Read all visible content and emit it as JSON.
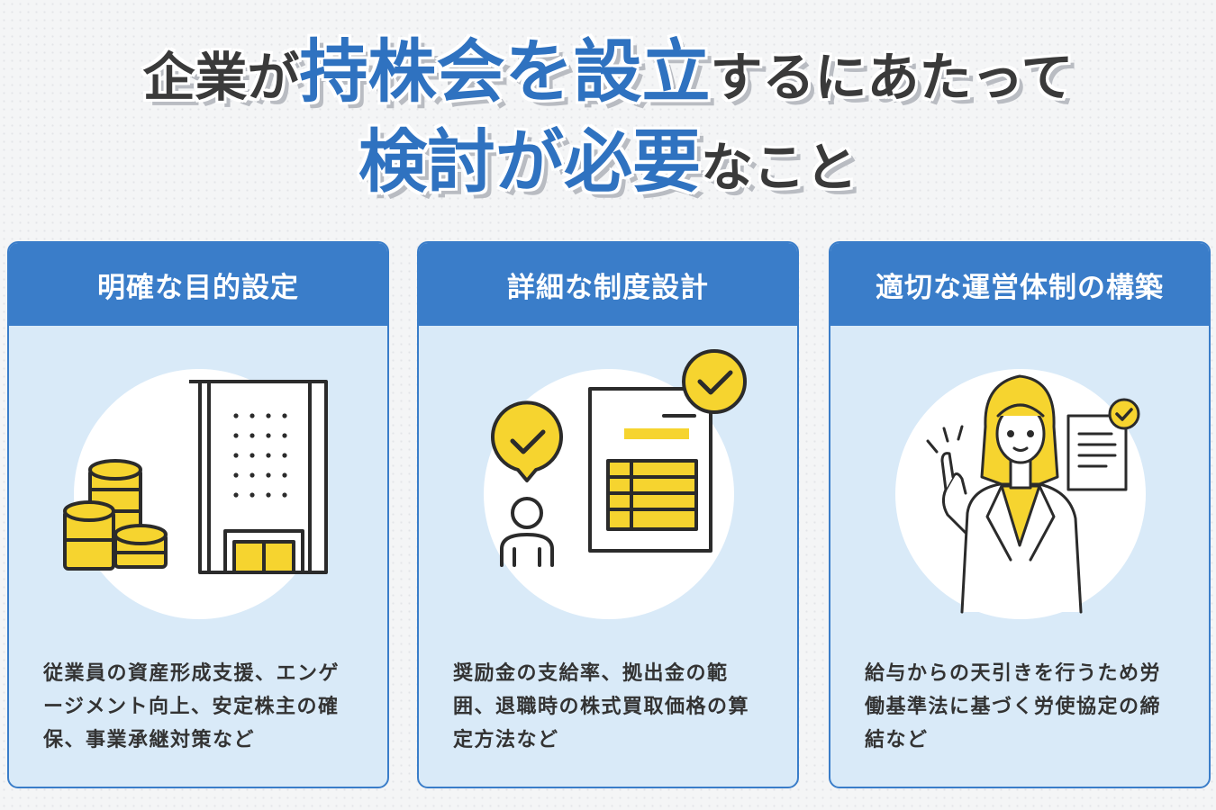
{
  "title": {
    "line1": [
      {
        "text": "企業が",
        "style": "dark"
      },
      {
        "text": "持株会を設立",
        "style": "blue"
      },
      {
        "text": "するにあたって",
        "style": "dark"
      }
    ],
    "line2": [
      {
        "text": "検討が必要",
        "style": "blue"
      },
      {
        "text": "なこと",
        "style": "dark"
      }
    ]
  },
  "colors": {
    "accent_blue": "#3a7dc9",
    "card_bg": "#d9eaf8",
    "highlight_yellow": "#f6d42f",
    "text_dark": "#3a3a3a"
  },
  "cards": [
    {
      "heading": "明確な目的設定",
      "icon": "building-coins-icon",
      "text": "従業員の資産形成支援、エンゲージメント向上、安定株主の確保、事業承継対策など"
    },
    {
      "heading": "詳細な制度設計",
      "icon": "person-document-check-icon",
      "text": "奨励金の支給率、拠出金の範囲、退職時の株式買取価格の算定方法など"
    },
    {
      "heading": "適切な運営体制の構築",
      "icon": "woman-pointing-icon",
      "text": "給与からの天引きを行うため労働基準法に基づく労使協定の締結など"
    }
  ]
}
